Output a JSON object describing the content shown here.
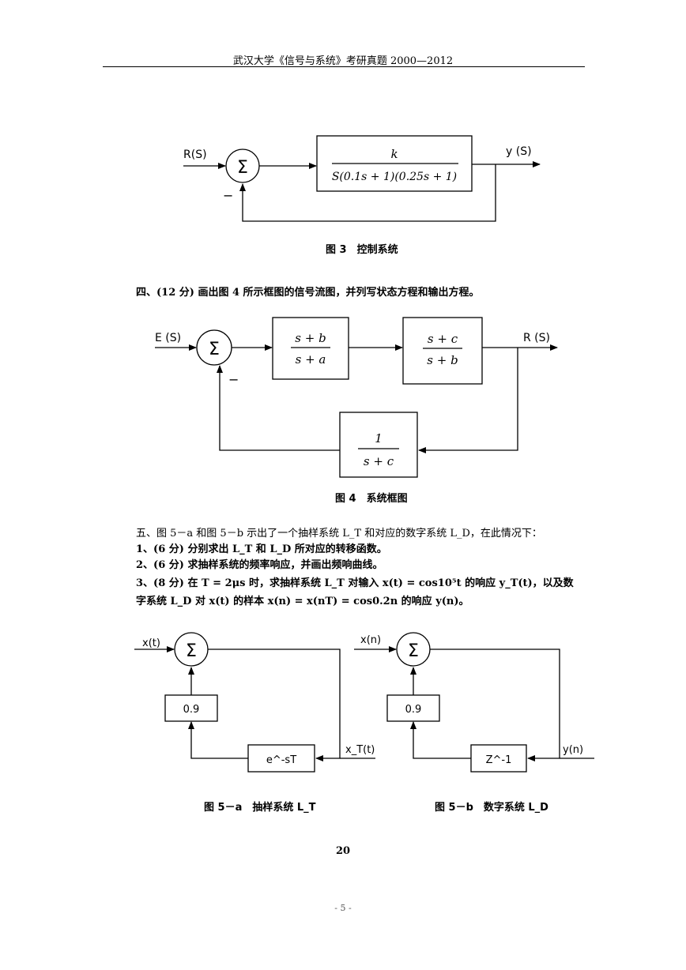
{
  "header": {
    "title": "武汉大学《信号与系统》考研真题 2000—2012"
  },
  "figure3": {
    "input_label": "R(S)",
    "output_label": "y (S)",
    "sum_symbol": "Σ",
    "minus_sign": "−",
    "tf_numerator": "k",
    "tf_denominator": "S(0.1s + 1)(0.25s + 1)",
    "caption": "图 3　控制系统"
  },
  "question4": {
    "text": "四、(12 分) 画出图 4 所示框图的信号流图，并列写状态方程和输出方程。"
  },
  "figure4": {
    "input_label": "E (S)",
    "output_label": "R (S)",
    "sum_symbol": "Σ",
    "minus_sign": "−",
    "block1_num": "s + b",
    "block1_den": "s + a",
    "block2_num": "s + c",
    "block2_den": "s + b",
    "feedback_num": "1",
    "feedback_den": "s + c",
    "caption": "图 4　系统框图"
  },
  "question5": {
    "intro": "五、图 5－a 和图 5－b 示出了一个抽样系统 L_T 和对应的数字系统 L_D，在此情况下：",
    "item1": "1、(6 分) 分别求出 L_T 和 L_D 所对应的转移函数。",
    "item2": "2、(6 分) 求抽样系统的频率响应，并画出频响曲线。",
    "item3_line1": "3、(8 分) 在 T = 2μs 时，求抽样系统 L_T 对输入 x(t) = cos10⁵t 的响应 y_T(t)，以及数",
    "item3_line2": "字系统 L_D 对 x(t) 的样本 x(n) = x(nT) = cos0.2n 的响应 y(n)。"
  },
  "figure5a": {
    "input_label": "x(t)",
    "output_label": "x_T(t)",
    "sum_symbol": "Σ",
    "gain": "0.9",
    "delay": "e^-sT",
    "caption": "图 5－a　抽样系统 L_T"
  },
  "figure5b": {
    "input_label": "x(n)",
    "output_label": "y(n)",
    "sum_symbol": "Σ",
    "gain": "0.9",
    "delay": "Z^-1",
    "caption": "图 5－b　数字系统 L_D"
  },
  "page": {
    "number": "20",
    "footer": "- 5 -"
  }
}
